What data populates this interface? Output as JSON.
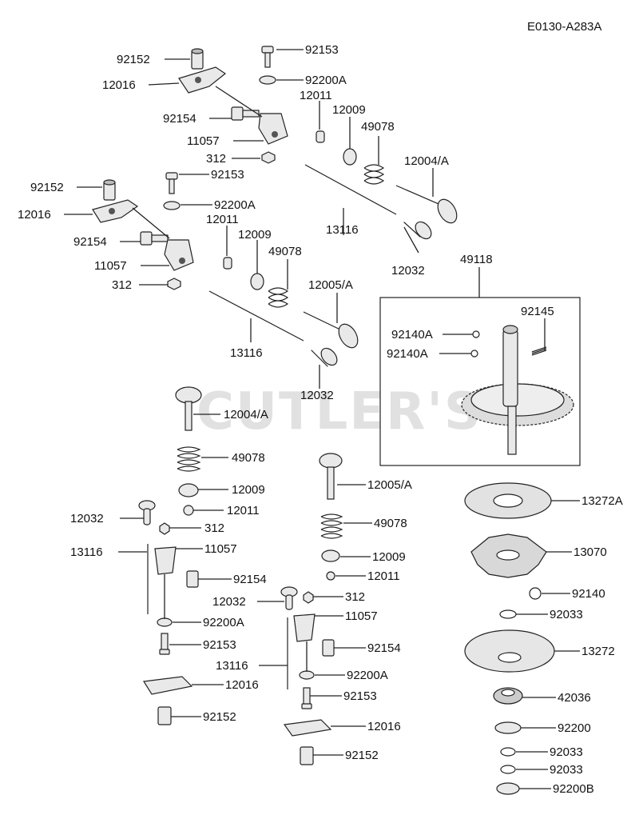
{
  "diagram_code": "E0130-A283A",
  "watermark": "CUTLER'S",
  "callouts": [
    {
      "text": "92152"
    },
    {
      "text": "12016"
    },
    {
      "text": "92153"
    },
    {
      "text": "92200A"
    },
    {
      "text": "12011"
    },
    {
      "text": "92154"
    },
    {
      "text": "12009"
    },
    {
      "text": "49078"
    },
    {
      "text": "11057"
    },
    {
      "text": "312"
    },
    {
      "text": "12004/A"
    },
    {
      "text": "92152"
    },
    {
      "text": "92153"
    },
    {
      "text": "92200A"
    },
    {
      "text": "12016"
    },
    {
      "text": "12011"
    },
    {
      "text": "92154"
    },
    {
      "text": "12009"
    },
    {
      "text": "49078"
    },
    {
      "text": "13116"
    },
    {
      "text": "11057"
    },
    {
      "text": "12032"
    },
    {
      "text": "312"
    },
    {
      "text": "12005/A"
    },
    {
      "text": "13116"
    },
    {
      "text": "12032"
    },
    {
      "text": "49118"
    },
    {
      "text": "92145"
    },
    {
      "text": "92140A"
    },
    {
      "text": "92140A"
    },
    {
      "text": "12004/A"
    },
    {
      "text": "49078"
    },
    {
      "text": "12009"
    },
    {
      "text": "12011"
    },
    {
      "text": "12032"
    },
    {
      "text": "312"
    },
    {
      "text": "13116"
    },
    {
      "text": "11057"
    },
    {
      "text": "92154"
    },
    {
      "text": "12032"
    },
    {
      "text": "92200A"
    },
    {
      "text": "92153"
    },
    {
      "text": "13116"
    },
    {
      "text": "12016"
    },
    {
      "text": "92152"
    },
    {
      "text": "12005/A"
    },
    {
      "text": "49078"
    },
    {
      "text": "12009"
    },
    {
      "text": "12011"
    },
    {
      "text": "312"
    },
    {
      "text": "11057"
    },
    {
      "text": "92154"
    },
    {
      "text": "92200A"
    },
    {
      "text": "92153"
    },
    {
      "text": "12016"
    },
    {
      "text": "92152"
    },
    {
      "text": "13272A"
    },
    {
      "text": "13070"
    },
    {
      "text": "92140"
    },
    {
      "text": "92033"
    },
    {
      "text": "13272"
    },
    {
      "text": "42036"
    },
    {
      "text": "92200"
    },
    {
      "text": "92033"
    },
    {
      "text": "92033"
    },
    {
      "text": "92200B"
    }
  ]
}
